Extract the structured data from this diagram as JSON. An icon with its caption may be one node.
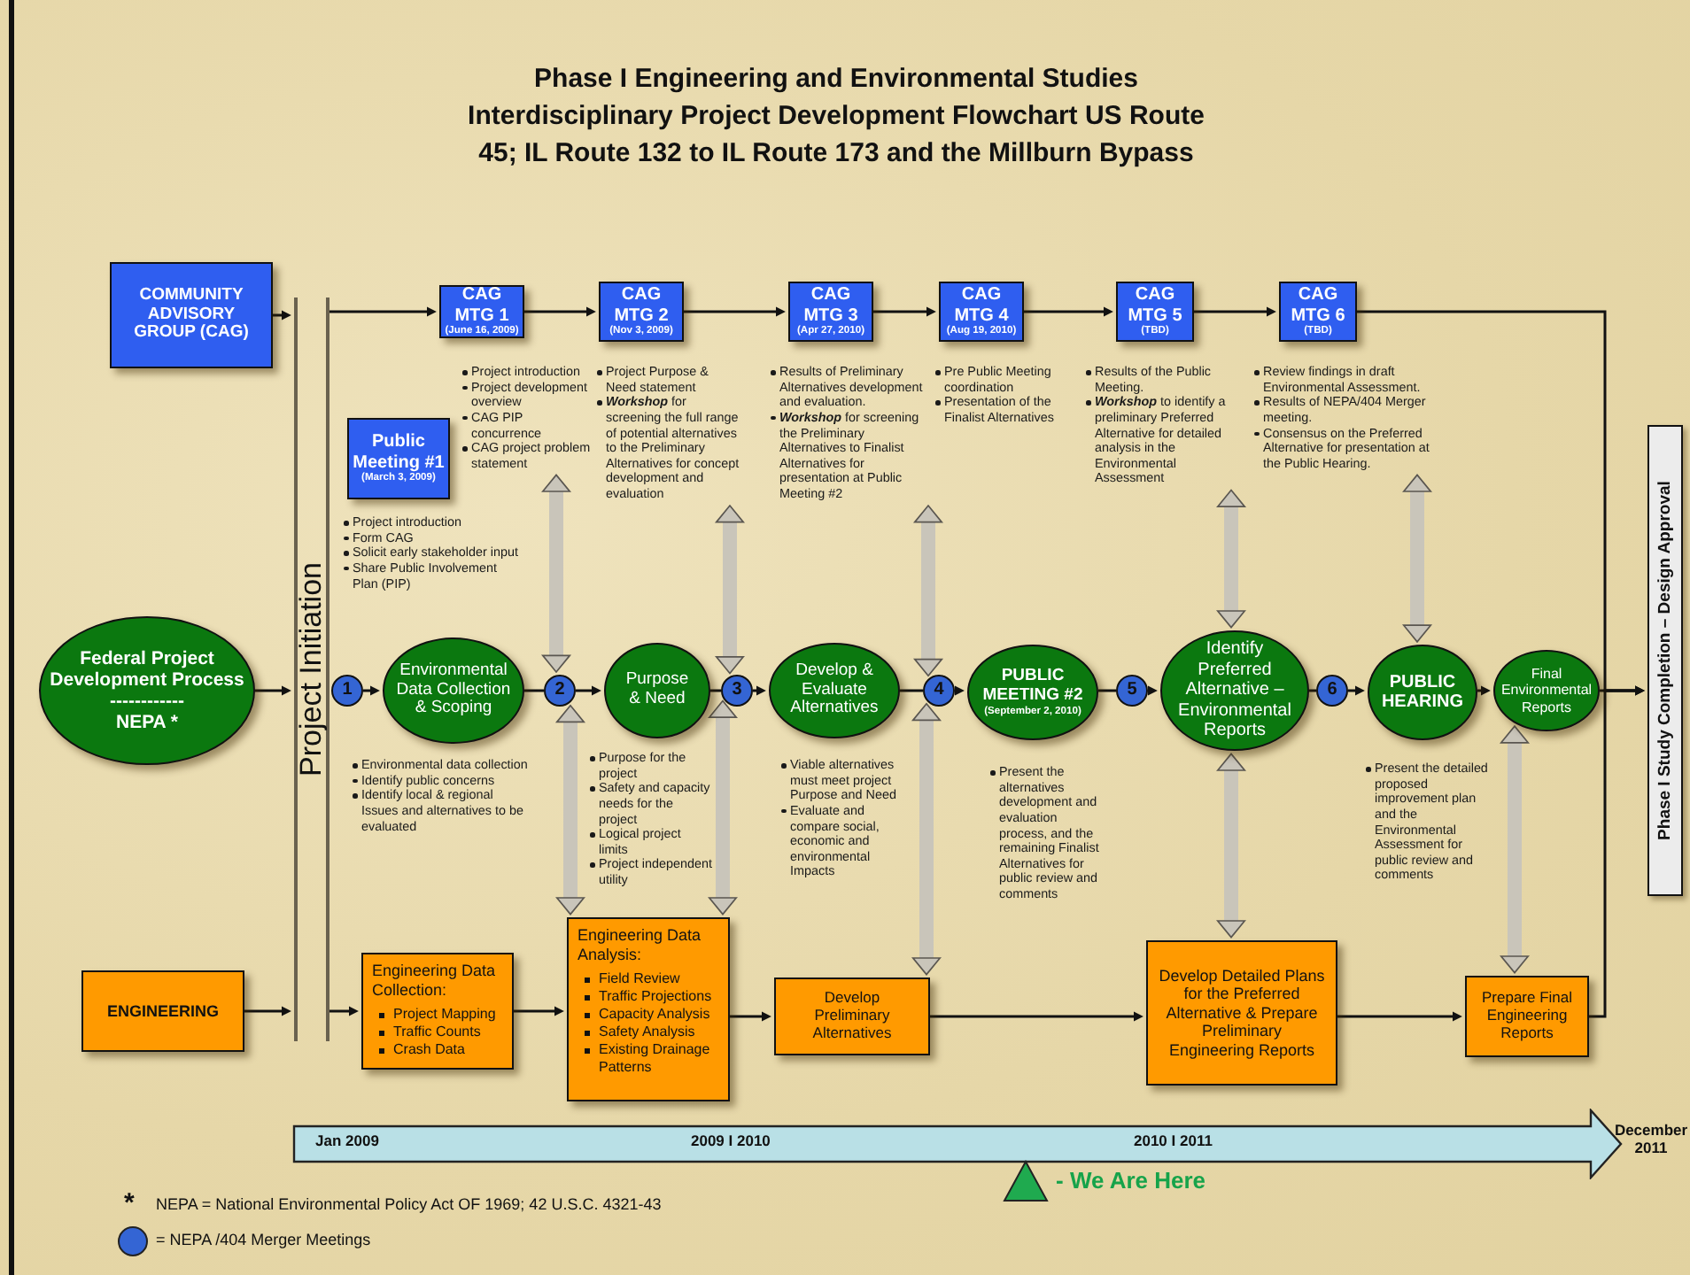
{
  "diagram": {
    "title": "Phase I Engineering and Environmental Studies Interdisciplinary Project Development Flowchart US Route 45; IL Route 132 to IL Route 173 and the Millburn Bypass",
    "nodes": [
      {
        "text": [
          "COMMUNITY ADVISORY GROUP (CAG)"
        ]
      },
      {
        "text": [
          "CAG MTG 1",
          "(June 16, 2009)"
        ]
      },
      {
        "text": [
          "CAG MTG 2",
          "(Nov 3, 2009)"
        ]
      },
      {
        "text": [
          "CAG MTG 3",
          "(Apr 27, 2010)"
        ]
      },
      {
        "text": [
          "CAG MTG 4",
          "(Aug 19, 2010)"
        ]
      },
      {
        "text": [
          "CAG MTG 5",
          "(TBD)"
        ]
      },
      {
        "text": [
          "CAG MTG 6",
          "(TBD)"
        ]
      },
      {
        "text": [
          "Project introduction",
          "Project development overview",
          "CAG PIP concurrence",
          "CAG project problem statement"
        ]
      },
      {
        "text": [
          "Project Purpose & Need statement",
          "**Workshop** for screening the full range of potential alternatives to the Preliminary Alternatives for concept development and evaluation"
        ]
      },
      {
        "text": [
          "Results of Preliminary Alternatives development and evaluation.",
          "**Workshop** for screening the Preliminary Alternatives to Finalist Alternatives for presentation at Public Meeting #2"
        ]
      },
      {
        "text": [
          "Pre Public Meeting coordination",
          "Presentation of the Finalist Alternatives"
        ]
      },
      {
        "text": [
          "Results of the Public Meeting.",
          "**Workshop** to identify a preliminary Preferred Alternative for detailed analysis in the Environmental Assessment"
        ]
      },
      {
        "text": [
          "Review findings in draft Environmental Assessment.",
          "Results of NEPA/404 Merger meeting.",
          "Consensus on the Preferred Alternative for presentation at the Public Hearing."
        ]
      },
      {
        "text": [
          "Public Meeting #1",
          "(March 3, 2009)"
        ]
      },
      {
        "text": [
          "Federal Project Development Process",
          "------------",
          "NEPA *"
        ]
      },
      {
        "text": [
          "Project Initiation"
        ]
      },
      {
        "text": [
          "1"
        ]
      },
      {
        "text": [
          "Environmental Data Collection & Scoping"
        ]
      },
      {
        "text": [
          "2"
        ]
      },
      {
        "text": [
          "Purpose & Need"
        ]
      },
      {
        "text": [
          "3"
        ]
      },
      {
        "text": [
          "Develop & Evaluate Alternatives"
        ]
      },
      {
        "text": [
          "4"
        ]
      },
      {
        "text": [
          "PUBLIC MEETING #2",
          "(September 2, 2010)"
        ]
      },
      {
        "text": [
          "5"
        ]
      },
      {
        "text": [
          "Identify Preferred Alternative – Environmental Reports"
        ]
      },
      {
        "text": [
          "6"
        ]
      },
      {
        "text": [
          "PUBLIC HEARING"
        ]
      },
      {
        "text": [
          "Final Environmental Reports"
        ]
      },
      {
        "text": [
          "Phase I Study Completion – Design Approval"
        ]
      },
      {
        "text": [
          "ENGINEERING"
        ]
      },
      {
        "text": [
          "Engineering Data Collection:",
          "Project Mapping",
          "Traffic Counts",
          "Crash Data"
        ]
      },
      {
        "text": [
          "Engineering Data Analysis:",
          "Field Review",
          "Traffic Projections",
          "Capacity Analysis",
          "Safety Analysis",
          "Existing Drainage Patterns"
        ]
      },
      {
        "text": [
          "Develop Preliminary Alternatives"
        ]
      },
      {
        "text": [
          "Develop Detailed Plans for the Preferred Alternative & Prepare Preliminary Engineering Reports"
        ]
      },
      {
        "text": [
          "Prepare Final Engineering Reports"
        ]
      },
      {
        "text": [
          "Project introduction",
          "Form CAG",
          "Solicit early stakeholder input",
          "Share Public Involvement Plan (PIP)"
        ]
      },
      {
        "text": [
          "Environmental data collection",
          "Identify public concerns",
          "Identify local & regional Issues and alternatives to be evaluated"
        ]
      },
      {
        "text": [
          "Purpose for the project",
          "Safety and capacity needs for the project",
          "Logical project limits",
          "Project independent utility"
        ]
      },
      {
        "text": [
          "Viable alternatives must meet project Purpose and Need",
          "Evaluate and compare social, economic and environmental Impacts"
        ]
      },
      {
        "text": [
          "Present the alternatives development and evaluation process, and the remaining Finalist Alternatives for public review and comments"
        ]
      },
      {
        "text": [
          "Present the detailed proposed improvement plan and the Environmental Assessment for public review and comments"
        ]
      }
    ],
    "edges": [
      {
        "from": 0,
        "to": 15,
        "arrow": "to"
      },
      {
        "from": 15,
        "to": 1,
        "arrow": "to"
      },
      {
        "from": 1,
        "to": 2,
        "arrow": "to"
      },
      {
        "from": 2,
        "to": 3,
        "arrow": "to"
      },
      {
        "from": 3,
        "to": 4,
        "arrow": "to"
      },
      {
        "from": 4,
        "to": 5,
        "arrow": "to"
      },
      {
        "from": 5,
        "to": 6,
        "arrow": "to"
      },
      {
        "from": 6,
        "to": 29,
        "arrow": "to"
      },
      {
        "from": 14,
        "to": 15,
        "arrow": "to"
      },
      {
        "from": 16,
        "to": 17,
        "arrow": "to"
      },
      {
        "from": 17,
        "to": 18,
        "arrow": "none"
      },
      {
        "from": 18,
        "to": 19,
        "arrow": "to"
      },
      {
        "from": 19,
        "to": 20,
        "arrow": "none"
      },
      {
        "from": 20,
        "to": 21,
        "arrow": "to"
      },
      {
        "from": 21,
        "to": 22,
        "arrow": "none"
      },
      {
        "from": 22,
        "to": 23,
        "arrow": "to"
      },
      {
        "from": 23,
        "to": 24,
        "arrow": "none"
      },
      {
        "from": 24,
        "to": 25,
        "arrow": "to"
      },
      {
        "from": 25,
        "to": 26,
        "arrow": "none"
      },
      {
        "from": 26,
        "to": 27,
        "arrow": "to"
      },
      {
        "from": 27,
        "to": 28,
        "arrow": "to"
      },
      {
        "from": 28,
        "to": 29,
        "arrow": "to"
      },
      {
        "from": 30,
        "to": 15,
        "arrow": "to"
      },
      {
        "from": 15,
        "to": 31,
        "arrow": "to"
      },
      {
        "from": 31,
        "to": 32,
        "arrow": "to"
      },
      {
        "from": 32,
        "to": 33,
        "arrow": "to"
      },
      {
        "from": 33,
        "to": 34,
        "arrow": "to"
      },
      {
        "from": 34,
        "to": 35,
        "arrow": "to"
      },
      {
        "from": 35,
        "to": 29,
        "arrow": "to"
      },
      {
        "from": 7,
        "to": 18,
        "arrow": "both",
        "style": "thick",
        "color": "#c9c5ba"
      },
      {
        "from": 8,
        "to": 20,
        "arrow": "both",
        "style": "thick",
        "color": "#c9c5ba"
      },
      {
        "from": 9,
        "to": 22,
        "arrow": "both",
        "style": "thick",
        "color": "#c9c5ba"
      },
      {
        "from": 11,
        "to": 25,
        "arrow": "both",
        "style": "thick",
        "color": "#c9c5ba"
      },
      {
        "from": 12,
        "to": 27,
        "arrow": "both",
        "style": "thick",
        "color": "#c9c5ba"
      },
      {
        "from": 18,
        "to": 32,
        "arrow": "both",
        "style": "thick",
        "color": "#c9c5ba"
      },
      {
        "from": 20,
        "to": 32,
        "arrow": "both",
        "style": "thick",
        "color": "#c9c5ba"
      },
      {
        "from": 22,
        "to": 33,
        "arrow": "both",
        "style": "thick",
        "color": "#c9c5ba"
      },
      {
        "from": 25,
        "to": 34,
        "arrow": "both",
        "style": "thick",
        "color": "#c9c5ba"
      },
      {
        "from": 28,
        "to": 35,
        "arrow": "both",
        "style": "thick",
        "color": "#c9c5ba"
      }
    ],
    "labels": [
      "Jan 2009",
      "2009 I 2010",
      "2010 I 2011",
      "December 2011",
      "*",
      "NEPA = National Environmental Policy Act OF 1969; 42 U.S.C. 4321-43"
    ],
    "legend": [
      {
        "text": "- We Are Here"
      },
      {
        "text": "= NEPA /404 Merger Meetings"
      }
    ]
  }
}
